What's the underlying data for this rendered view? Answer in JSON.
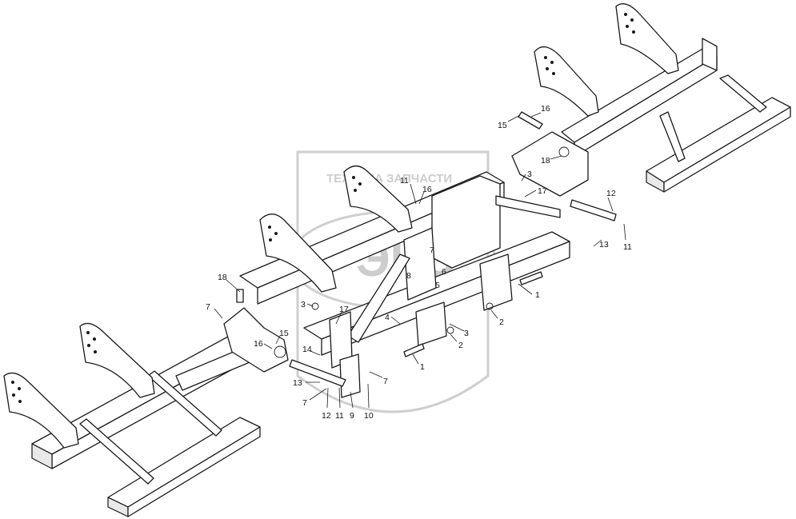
{
  "watermark": {
    "brand_text": "ТЕХНИКА ЗАПЧАСТИ",
    "monogram": "ЭНЗ",
    "color": "#cdcdcd"
  },
  "callouts": [
    {
      "id": "c16a",
      "label": "16"
    },
    {
      "id": "c15a",
      "label": "15"
    },
    {
      "id": "c18a",
      "label": "18"
    },
    {
      "id": "c3a",
      "label": "3"
    },
    {
      "id": "c17a",
      "label": "17"
    },
    {
      "id": "c12a",
      "label": "12"
    },
    {
      "id": "c13a",
      "label": "13"
    },
    {
      "id": "c11a",
      "label": "11"
    },
    {
      "id": "c11b",
      "label": "11"
    },
    {
      "id": "c16b",
      "label": "16"
    },
    {
      "id": "c7a",
      "label": "7"
    },
    {
      "id": "c6a",
      "label": "6"
    },
    {
      "id": "c8a",
      "label": "8"
    },
    {
      "id": "c5a",
      "label": "5"
    },
    {
      "id": "c1a",
      "label": "1"
    },
    {
      "id": "c2a",
      "label": "2"
    },
    {
      "id": "c3b",
      "label": "3"
    },
    {
      "id": "c2b",
      "label": "2"
    },
    {
      "id": "c1b",
      "label": "1"
    },
    {
      "id": "c4a",
      "label": "4"
    },
    {
      "id": "c3c",
      "label": "3"
    },
    {
      "id": "c17b",
      "label": "17"
    },
    {
      "id": "c18b",
      "label": "18"
    },
    {
      "id": "c7b",
      "label": "7"
    },
    {
      "id": "c15b",
      "label": "15"
    },
    {
      "id": "c16c",
      "label": "16"
    },
    {
      "id": "c14a",
      "label": "14"
    },
    {
      "id": "c13b",
      "label": "13"
    },
    {
      "id": "c7c",
      "label": "7"
    },
    {
      "id": "c7d",
      "label": "7"
    },
    {
      "id": "c12b",
      "label": "12"
    },
    {
      "id": "c11c",
      "label": "11"
    },
    {
      "id": "c9a",
      "label": "9"
    },
    {
      "id": "c10a",
      "label": "10"
    }
  ]
}
